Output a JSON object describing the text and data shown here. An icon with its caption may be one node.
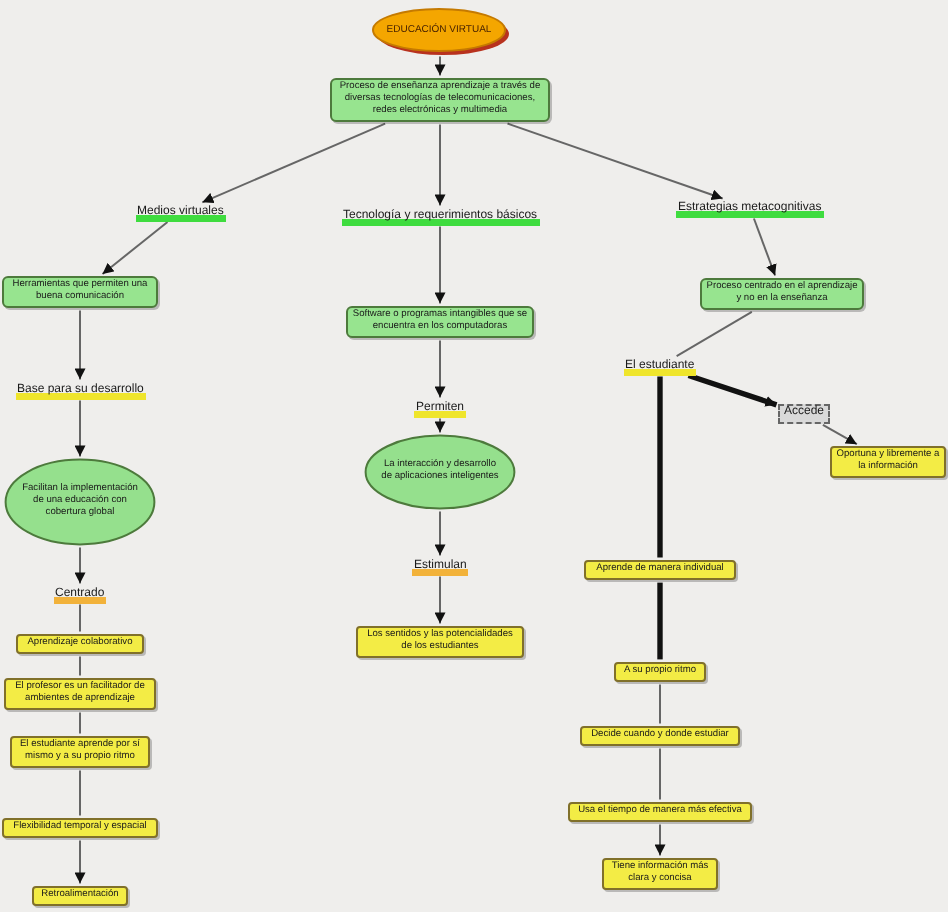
{
  "diagram": {
    "nodes": [
      {
        "text": [
          "EDUCACIÓN VIRTUAL"
        ]
      },
      {
        "text": [
          "Proceso de enseñanza aprendizaje a través de diversas tecnologías de telecomunicaciones, redes electrónicas y multimedia"
        ]
      },
      {
        "text": [
          "Medios virtuales"
        ]
      },
      {
        "text": [
          "Tecnología y requerimientos básicos"
        ]
      },
      {
        "text": [
          "Estrategias metacognitivas"
        ]
      },
      {
        "text": [
          "Herramientas que permiten una buena comunicación"
        ]
      },
      {
        "text": [
          "Base para su desarrollo"
        ]
      },
      {
        "text": [
          "Facilitan la implementación de una educación con cobertura global"
        ]
      },
      {
        "text": [
          "Centrado"
        ]
      },
      {
        "text": [
          "Aprendizaje colaborativo"
        ]
      },
      {
        "text": [
          "El profesor es un facilitador de ambientes de aprendizaje"
        ]
      },
      {
        "text": [
          "El estudiante aprende por sí mismo y a su propio ritmo"
        ]
      },
      {
        "text": [
          "Flexibilidad temporal y espacial"
        ]
      },
      {
        "text": [
          "Retroalimentación"
        ]
      },
      {
        "text": [
          "Software o programas intangibles que se encuentra en los computadoras"
        ]
      },
      {
        "text": [
          "Permiten"
        ]
      },
      {
        "text": [
          "La interacción y desarrollo de aplicaciones inteligentes"
        ]
      },
      {
        "text": [
          "Estimulan"
        ]
      },
      {
        "text": [
          "Los sentidos y las potencialidades de los estudiantes"
        ]
      },
      {
        "text": [
          "Proceso centrado en el aprendizaje y no en la enseñanza"
        ]
      },
      {
        "text": [
          "El estudiante"
        ]
      },
      {
        "text": [
          "Accede"
        ]
      },
      {
        "text": [
          "Oportuna y libremente a la información"
        ]
      },
      {
        "text": [
          "Aprende de manera individual"
        ]
      },
      {
        "text": [
          "A su propio ritmo"
        ]
      },
      {
        "text": [
          "Decide cuando y donde estudiar"
        ]
      },
      {
        "text": [
          "Usa el tiempo de manera más efectiva"
        ]
      },
      {
        "text": [
          "Tiene información más clara y concisa"
        ]
      }
    ],
    "edges": [
      {
        "from": 0,
        "to": 1,
        "arrow": "to"
      },
      {
        "from": 1,
        "to": 2,
        "arrow": "to"
      },
      {
        "from": 1,
        "to": 3,
        "arrow": "to"
      },
      {
        "from": 1,
        "to": 4,
        "arrow": "to"
      },
      {
        "from": 2,
        "to": 5,
        "arrow": "to"
      },
      {
        "from": 5,
        "to": 6,
        "arrow": "to"
      },
      {
        "from": 6,
        "to": 7,
        "arrow": "to"
      },
      {
        "from": 7,
        "to": 8,
        "arrow": "to"
      },
      {
        "from": 8,
        "to": 9,
        "arrow": "none"
      },
      {
        "from": 9,
        "to": 10,
        "arrow": "none"
      },
      {
        "from": 10,
        "to": 11,
        "arrow": "none"
      },
      {
        "from": 11,
        "to": 12,
        "arrow": "none"
      },
      {
        "from": 12,
        "to": 13,
        "arrow": "to"
      },
      {
        "from": 3,
        "to": 14,
        "arrow": "to"
      },
      {
        "from": 14,
        "to": 15,
        "arrow": "to"
      },
      {
        "from": 15,
        "to": 16,
        "arrow": "to"
      },
      {
        "from": 16,
        "to": 17,
        "arrow": "to"
      },
      {
        "from": 17,
        "to": 18,
        "arrow": "to"
      },
      {
        "from": 4,
        "to": 19,
        "arrow": "to"
      },
      {
        "from": 19,
        "to": 20,
        "arrow": "none"
      },
      {
        "from": 20,
        "to": 21,
        "arrow": "to",
        "style": "thick",
        "color": "#111111"
      },
      {
        "from": 21,
        "to": 22,
        "arrow": "to"
      },
      {
        "from": 20,
        "to": 23,
        "arrow": "none",
        "style": "thick",
        "color": "#111111"
      },
      {
        "from": 23,
        "to": 24,
        "arrow": "none",
        "style": "thick",
        "color": "#111111"
      },
      {
        "from": 24,
        "to": 25,
        "arrow": "none"
      },
      {
        "from": 25,
        "to": 26,
        "arrow": "none"
      },
      {
        "from": 26,
        "to": 27,
        "arrow": "to"
      }
    ]
  }
}
